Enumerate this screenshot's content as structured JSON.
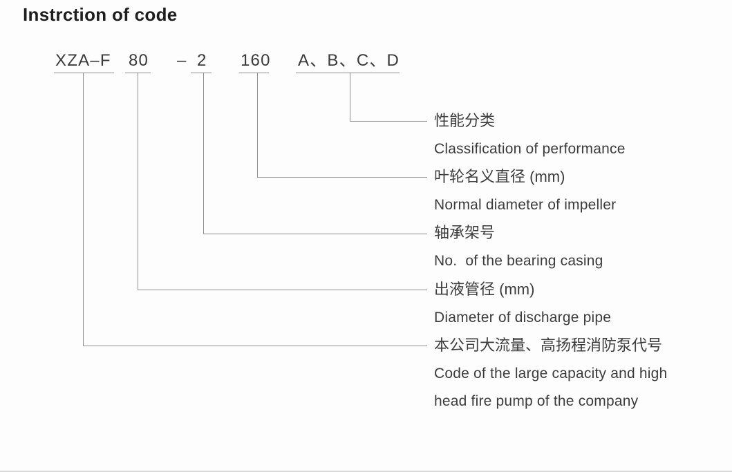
{
  "page": {
    "title": "Instrction of code"
  },
  "code": {
    "segments": [
      {
        "text": "XZA–F"
      },
      {
        "text": "80"
      },
      {
        "text": "–"
      },
      {
        "text": "2"
      },
      {
        "text": "160"
      },
      {
        "text": "A、B、C、D"
      }
    ]
  },
  "labels": [
    {
      "zh": "性能分类",
      "en": "Classification of performance"
    },
    {
      "zh": "叶轮名义直径 (mm)",
      "en": "Normal diameter of impeller"
    },
    {
      "zh": "轴承架号",
      "en": "No.  of the bearing casing"
    },
    {
      "zh": "出液管径 (mm)",
      "en": "Diameter of discharge pipe"
    },
    {
      "zh": "本公司大流量、高扬程消防泵代号",
      "en": "Code of the large capacity and high\nhead fire pump of the company"
    }
  ],
  "colors": {
    "line": "#8f8f8f",
    "text": "#3c3c3c",
    "title": "#1e1e1e",
    "bottom_rule": "#dcdcdc"
  }
}
